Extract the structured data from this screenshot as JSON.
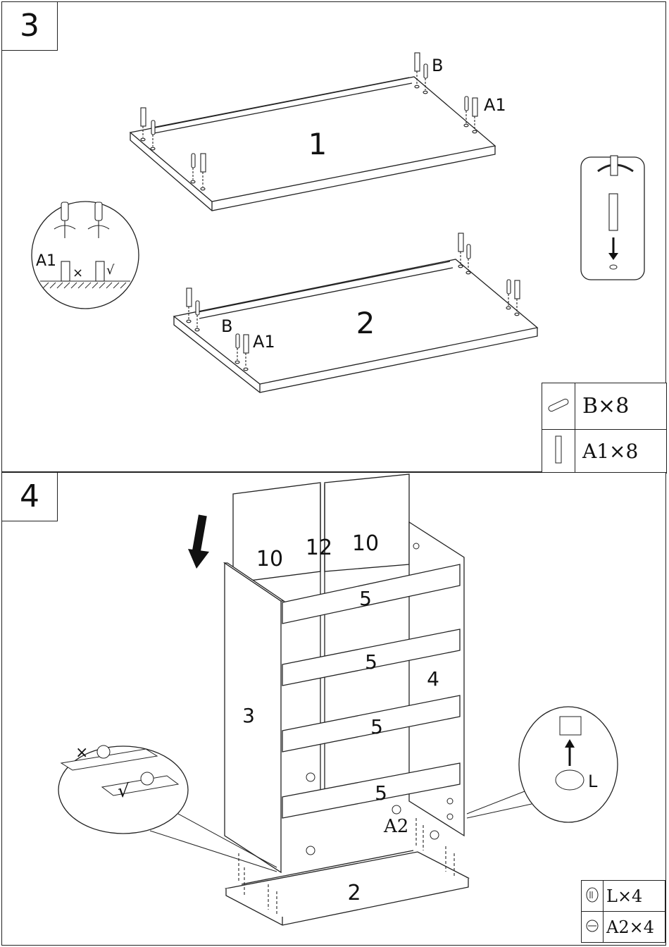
{
  "step3": {
    "number": "3",
    "panel_labels": {
      "top_panel": "1",
      "bottom_panel": "2"
    },
    "part_labels": {
      "b_top": "B",
      "a1_top": "A1",
      "b_bottom": "B",
      "a1_bottom": "A1"
    },
    "detail_circle": {
      "part_label": "A1",
      "wrong_mark": "×",
      "right_mark": "√"
    },
    "parts_table": [
      {
        "icon": "dowel-icon",
        "label": "B",
        "times": "×",
        "count": "8"
      },
      {
        "icon": "screw-icon",
        "label": "A1",
        "times": "×",
        "count": "8"
      }
    ]
  },
  "step4": {
    "number": "4",
    "panel_labels": {
      "back_left": "10",
      "back_middle": "12",
      "back_right": "10",
      "shelf_1": "5",
      "shelf_2": "5",
      "shelf_3": "5",
      "shelf_4": "5",
      "side_left": "3",
      "side_right": "4",
      "base": "2"
    },
    "part_labels": {
      "cam_lock": "A2",
      "cam_cover": "L"
    },
    "detail_marks": {
      "wrong_mark": "×",
      "right_mark": "√"
    },
    "parts_table": [
      {
        "icon": "cap-icon",
        "label": "L",
        "times": "×",
        "count": "4"
      },
      {
        "icon": "cam-lock-icon",
        "label": "A2",
        "times": "×",
        "count": "4"
      }
    ]
  }
}
